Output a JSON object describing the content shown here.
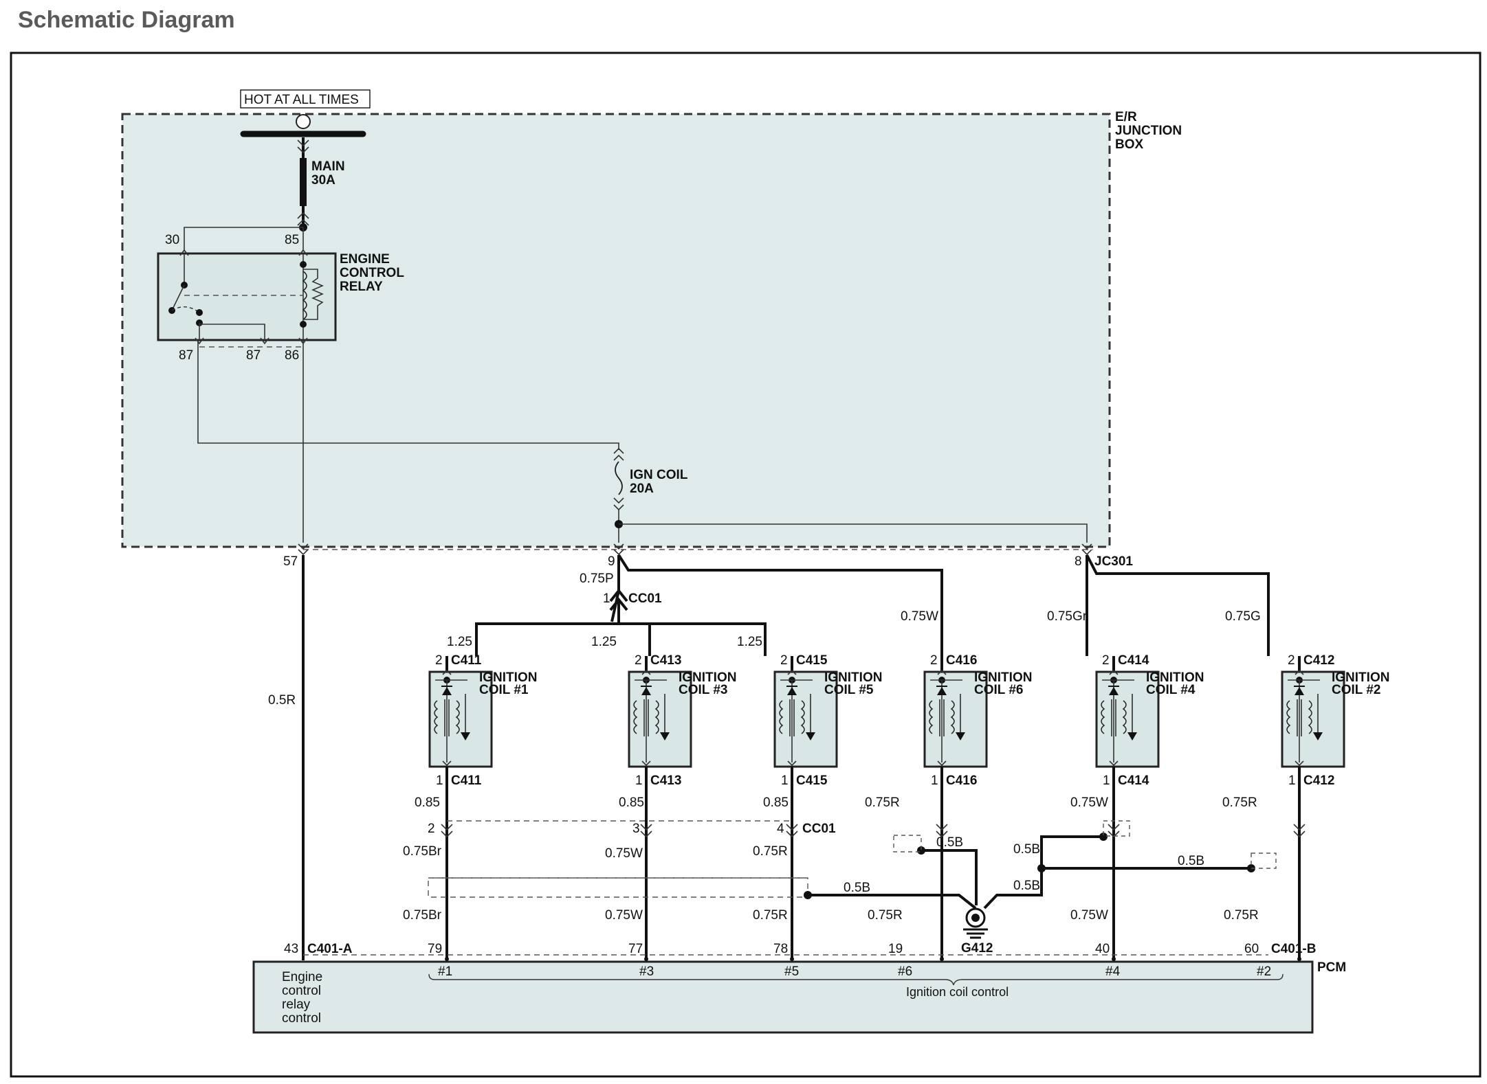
{
  "page_title": "Schematic Diagram",
  "hot_label": "HOT AT ALL TIMES",
  "junction_box": {
    "label_1": "E/R",
    "label_2": "JUNCTION",
    "label_3": "BOX"
  },
  "main_fuse": {
    "line1": "MAIN",
    "line2": "30A"
  },
  "relay": {
    "line1": "ENGINE",
    "line2": "CONTROL",
    "line3": "RELAY",
    "pin_30": "30",
    "pin_85": "85",
    "pin_87a": "87",
    "pin_87b": "87",
    "pin_86": "86"
  },
  "ign_fuse": {
    "line1": "IGN  COIL",
    "line2": "20A"
  },
  "pins": {
    "p57": "57",
    "p9": "9",
    "p8": "8",
    "jc301": "JC301",
    "p1": "1",
    "cc01": "CC01"
  },
  "wires": {
    "w_05R": "0.5R",
    "w_075P": "0.75P",
    "w_075W_c6": "0.75W",
    "w_075Gr": "0.75Gr",
    "w_075G": "0.75G",
    "w_125a": "1.25",
    "w_125b": "1.25",
    "w_125c": "1.25",
    "w_085a": "0.85",
    "w_085b": "0.85",
    "w_085c": "0.85",
    "w_075Br_a": "0.75Br",
    "w_075W_a": "0.75W",
    "w_075R_a": "0.75R",
    "w_075Br_b": "0.75Br",
    "w_075W_b": "0.75W",
    "w_075R_b": "0.75R",
    "w_075R_c6a": "0.75R",
    "w_075R_c6b": "0.75R",
    "w_075W_c4a": "0.75W",
    "w_075W_c4b": "0.75W",
    "w_075R_c2a": "0.75R",
    "w_075R_c2b": "0.75R",
    "g_05B_1": "0.5B",
    "g_05B_2": "0.5B",
    "g_05B_3": "0.5B",
    "g_05B_4": "0.5B",
    "g_05B_5": "0.5B",
    "cc01_2": "2",
    "cc01_3": "3",
    "cc01_4": "4",
    "cc01_lbl": "CC01"
  },
  "coils": [
    {
      "top_pin": "2",
      "top_conn": "C411",
      "name1": "IGNITION",
      "name2": "COIL  #1",
      "bot_pin": "1",
      "bot_conn": "C411"
    },
    {
      "top_pin": "2",
      "top_conn": "C413",
      "name1": "IGNITION",
      "name2": "COIL  #3",
      "bot_pin": "1",
      "bot_conn": "C413"
    },
    {
      "top_pin": "2",
      "top_conn": "C415",
      "name1": "IGNITION",
      "name2": "COIL  #5",
      "bot_pin": "1",
      "bot_conn": "C415"
    },
    {
      "top_pin": "2",
      "top_conn": "C416",
      "name1": "IGNITION",
      "name2": "COIL  #6",
      "bot_pin": "1",
      "bot_conn": "C416"
    },
    {
      "top_pin": "2",
      "top_conn": "C414",
      "name1": "IGNITION",
      "name2": "COIL  #4",
      "bot_pin": "1",
      "bot_conn": "C414"
    },
    {
      "top_pin": "2",
      "top_conn": "C412",
      "name1": "IGNITION",
      "name2": "COIL  #2",
      "bot_pin": "1",
      "bot_conn": "C412"
    }
  ],
  "ground": {
    "label": "G412"
  },
  "pcm": {
    "label": "PCM",
    "pin_43": "43",
    "conn_a": "C401-A",
    "pin_79": "79",
    "pin_77": "77",
    "pin_78": "78",
    "pin_19": "19",
    "pin_40": "40",
    "pin_60": "60",
    "conn_b": "C401-B",
    "ctrl1": "Engine",
    "ctrl2": "control",
    "ctrl3": "relay",
    "ctrl4": "control",
    "cyl1": "#1",
    "cyl3": "#3",
    "cyl5": "#5",
    "cyl6": "#6",
    "cyl4": "#4",
    "cyl2": "#2",
    "ign_ctrl": "Ignition coil control"
  }
}
